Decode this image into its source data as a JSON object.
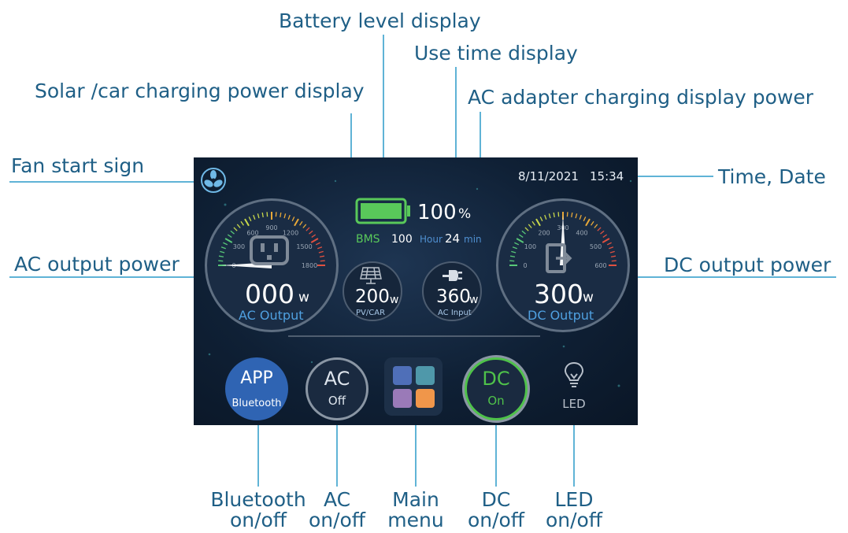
{
  "callouts": {
    "battery_level": "Battery level display",
    "use_time": "Use time display",
    "solar_car": "Solar /car charging power display",
    "ac_adapter": "AC adapter charging display power",
    "fan_start": "Fan start sign",
    "time_date": "Time, Date",
    "ac_output_power": "AC output power",
    "dc_output_power": "DC output power"
  },
  "bottom_labels": {
    "bluetooth": [
      "Bluetooth",
      "on/off"
    ],
    "ac": [
      "AC",
      "on/off"
    ],
    "main_menu": [
      "Main",
      "menu"
    ],
    "dc": [
      "DC",
      "on/off"
    ],
    "led": [
      "LED",
      "on/off"
    ]
  },
  "screen": {
    "date": "8/11/2021",
    "time": "15:34",
    "battery": {
      "percent_value": "100",
      "percent_unit": "%",
      "level": 1.0
    },
    "bms_label": "BMS",
    "bms_value": "100",
    "hour_label": "Hour",
    "hour_value": "24",
    "min_label": "min",
    "ac_gauge": {
      "ticks": [
        "0",
        "300",
        "600",
        "900",
        "1200",
        "1500",
        "1800"
      ],
      "value": "000",
      "unit": "w",
      "label": "AC Output",
      "reading": 0
    },
    "dc_gauge": {
      "ticks": [
        "0",
        "100",
        "200",
        "300",
        "400",
        "500",
        "600"
      ],
      "value": "300",
      "unit": "w",
      "label": "DC Output",
      "reading": 300
    },
    "pv": {
      "value": "200",
      "unit": "w",
      "label": "PV/CAR"
    },
    "ac_input": {
      "value": "360",
      "unit": "w",
      "label": "AC Input"
    },
    "buttons": {
      "app": {
        "title": "APP",
        "sub": "Bluetooth"
      },
      "ac": {
        "title": "AC",
        "sub": "Off"
      },
      "dc": {
        "title": "DC",
        "sub": "On"
      },
      "led": {
        "title": "LED"
      }
    },
    "menu_tile_colors": [
      "#4f6fb8",
      "#4f98aa",
      "#9a7ab8",
      "#f0964a"
    ]
  },
  "icons": {
    "fan": "fan-icon",
    "battery": "battery-icon",
    "outlet": "ac-outlet-icon",
    "dc_port": "dc-port-icon",
    "solar": "solar-panel-icon",
    "plug": "plug-icon",
    "bulb": "bulb-icon",
    "menu": "grid-menu-icon"
  },
  "colors": {
    "callout_text": "#1f5f86",
    "leader_line": "#2a9ac8",
    "battery_green": "#59c85a",
    "app_blue": "#2f64b3",
    "dc_green": "#4fc24a"
  }
}
